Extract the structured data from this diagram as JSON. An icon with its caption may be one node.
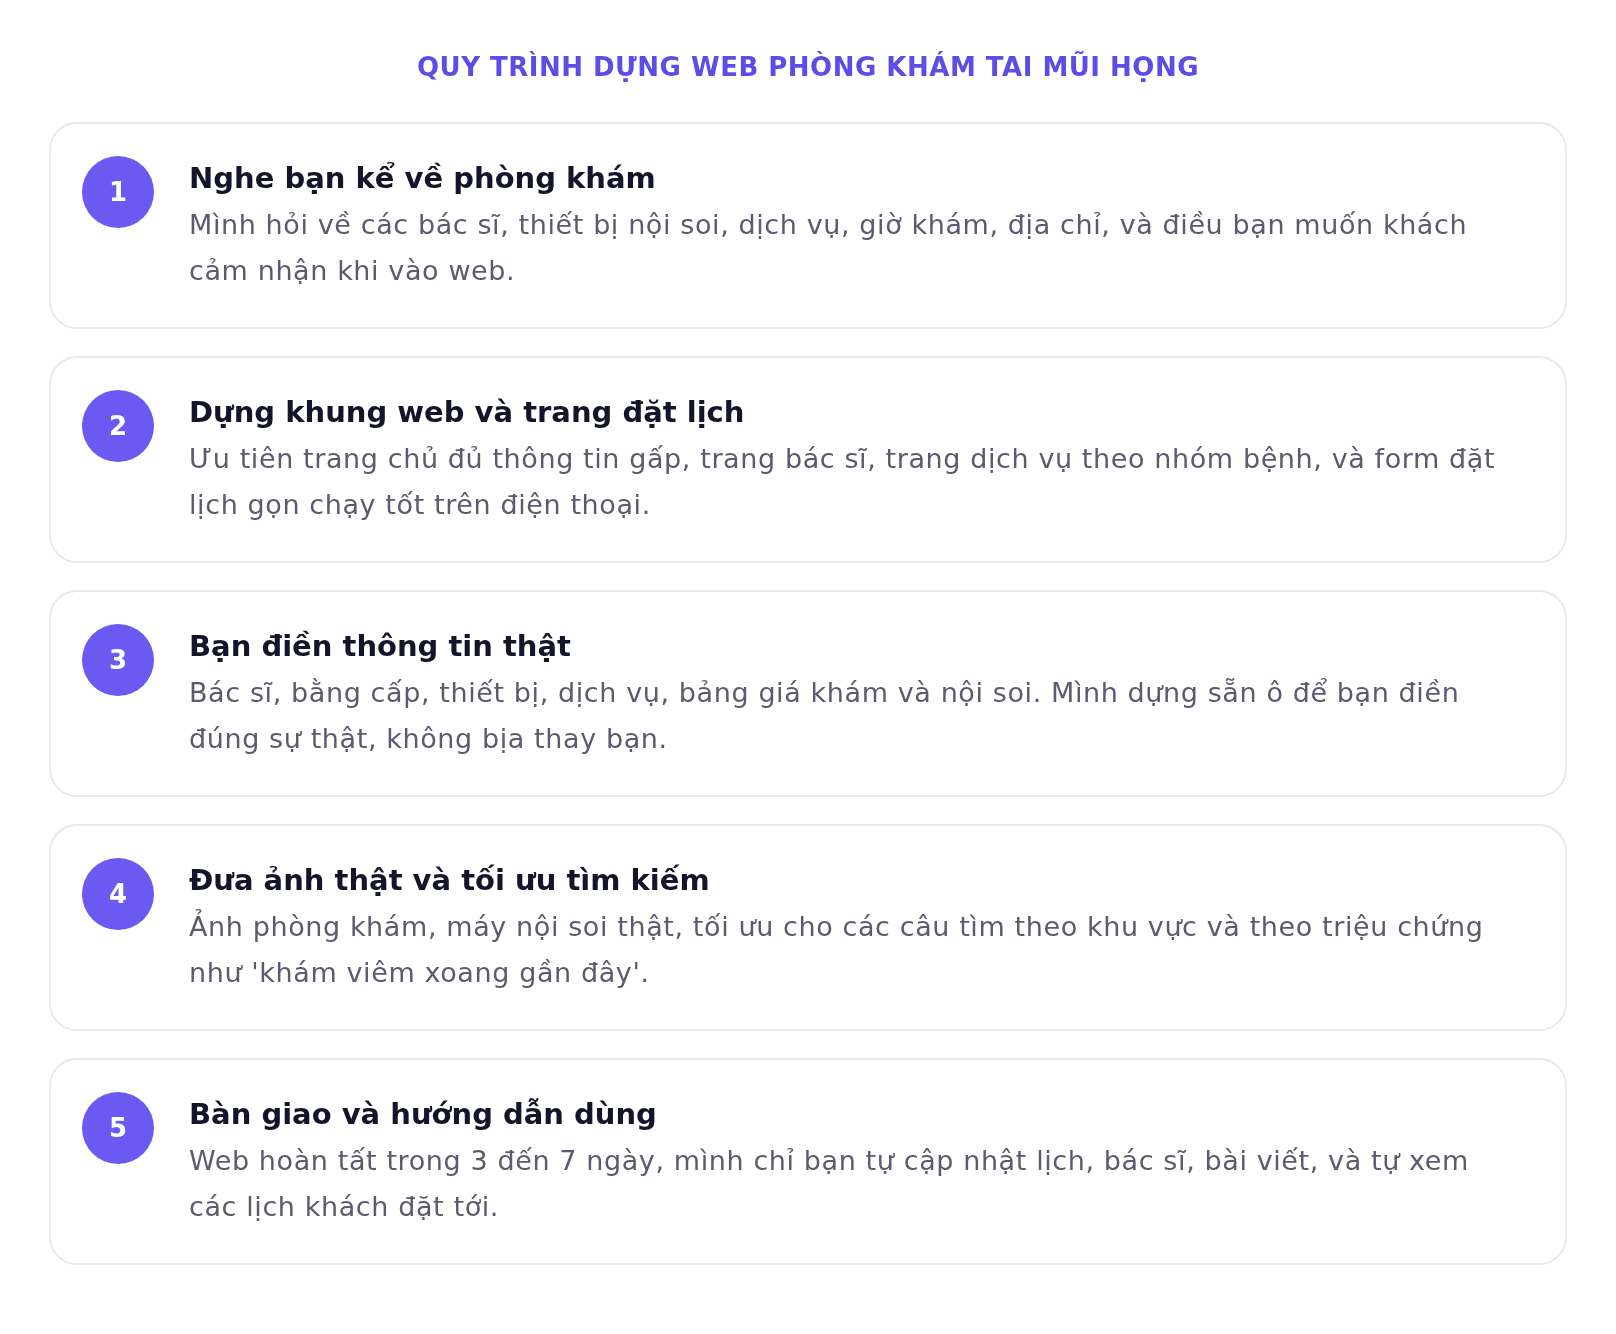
{
  "diagram": {
    "title": "QUY TRÌNH DỰNG WEB PHÒNG KHÁM TAI MŨI HỌNG",
    "nodes": [
      {
        "text": [
          "Nghe bạn kể về phòng khám",
          "Mình hỏi về các bác sĩ, thiết bị nội soi, dịch vụ, giờ khám, địa chỉ, và điều bạn muốn khách cảm nhận khi vào web."
        ]
      },
      {
        "text": [
          "1"
        ],
        "in": 0
      },
      {
        "text": [
          "Dựng khung web và trang đặt lịch",
          "Ưu tiên trang chủ đủ thông tin gấp, trang bác sĩ, trang dịch vụ theo nhóm bệnh, và form đặt lịch gọn chạy tốt trên điện thoại."
        ]
      },
      {
        "text": [
          "2"
        ],
        "in": 2
      },
      {
        "text": [
          "Bạn điền thông tin thật",
          "Bác sĩ, bằng cấp, thiết bị, dịch vụ, bảng giá khám và nội soi. Mình dựng sẵn ô để bạn điền đúng sự thật, không bịa thay bạn."
        ]
      },
      {
        "text": [
          "3"
        ],
        "in": 4
      },
      {
        "text": [
          "Đưa ảnh thật và tối ưu tìm kiếm",
          "Ảnh phòng khám, máy nội soi thật, tối ưu cho các câu tìm theo khu vực và theo triệu chứng như 'khám viêm xoang gần đây'."
        ]
      },
      {
        "text": [
          "4"
        ],
        "in": 6
      },
      {
        "text": [
          "Bàn giao và hướng dẫn dùng",
          "Web hoàn tất trong 3 đến 7 ngày, mình chỉ bạn tự cập nhật lịch, bác sĩ, bài viết, và tự xem các lịch khách đặt tới."
        ]
      },
      {
        "text": [
          "5"
        ],
        "in": 8
      }
    ]
  }
}
